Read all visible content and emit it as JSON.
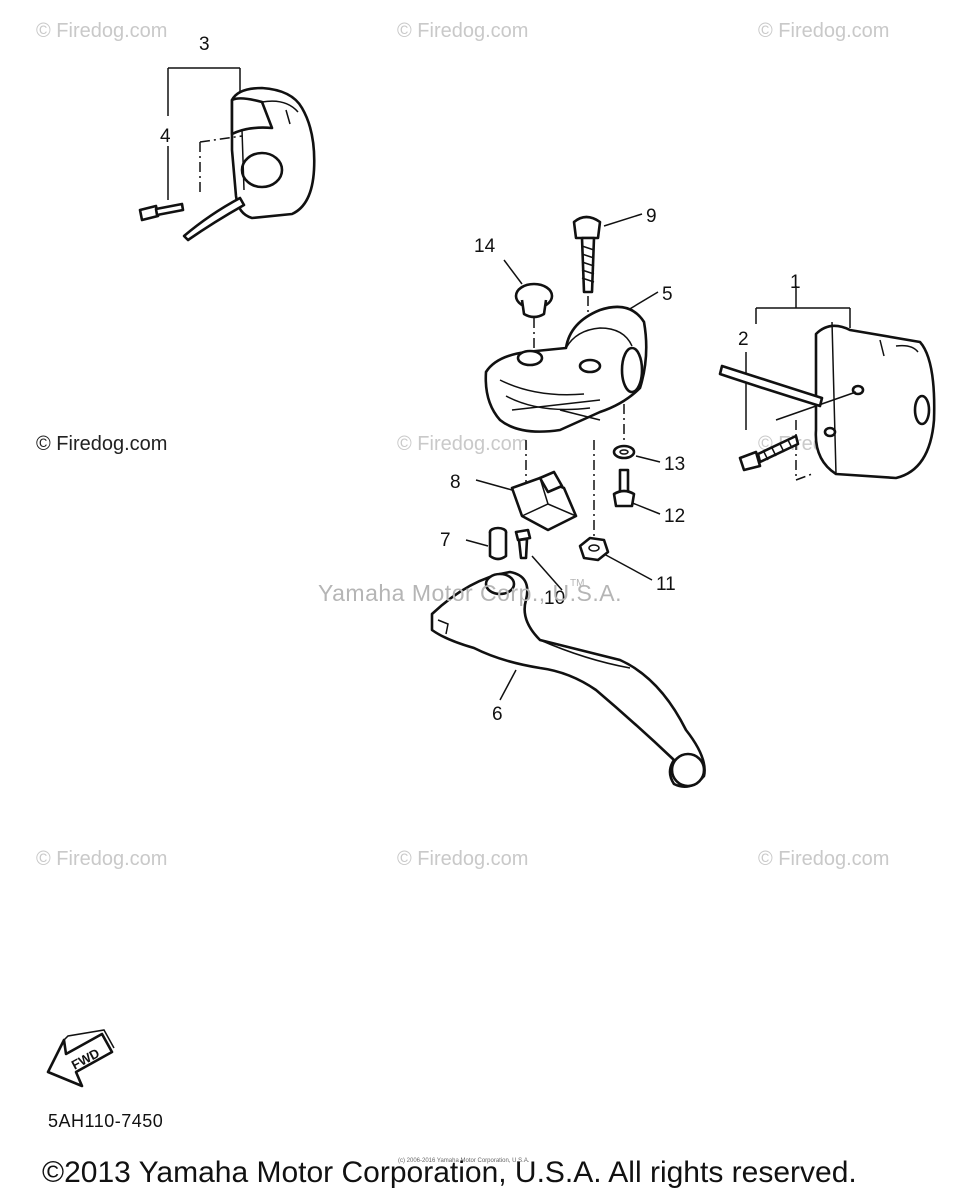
{
  "watermarks": {
    "grid": "© Firedog.com",
    "left_middle": "© Firedog.com",
    "center": "Yamaha Motor Corp., U.S.A.",
    "trademark": "TM"
  },
  "callouts": [
    "1",
    "2",
    "3",
    "4",
    "5",
    "6",
    "7",
    "8",
    "9",
    "10",
    "11",
    "12",
    "13",
    "14"
  ],
  "fwd_label": "FWD",
  "diagram_code": "5AH110-7450",
  "footer": {
    "copyright": "©2013 Yamaha Motor Corporation, U.S.A. All rights reserved.",
    "fineprint": "(c) 2006-2016 Yamaha Motor Corporation, U.S.A."
  }
}
